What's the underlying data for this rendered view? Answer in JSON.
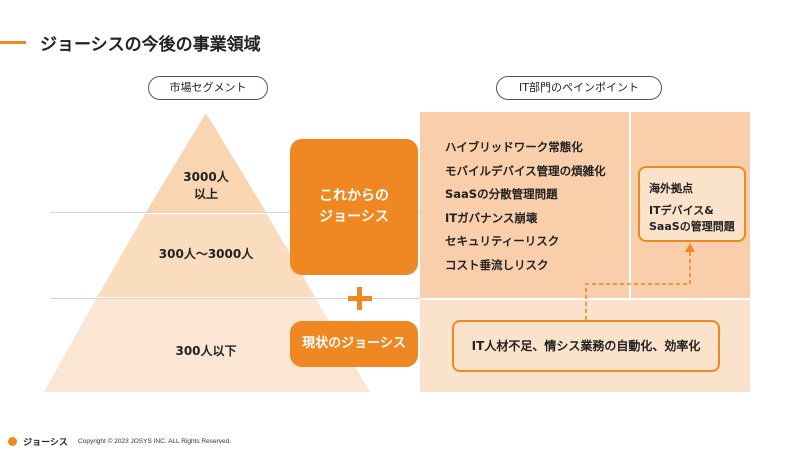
{
  "header": {
    "title": "ジョーシスの今後の事業領域"
  },
  "market_segment": {
    "label": "市場セグメント",
    "tiers": [
      {
        "line1": "3000人",
        "line2": "以上"
      },
      {
        "line1": "300人〜3000人"
      },
      {
        "line1": "300人以下"
      }
    ]
  },
  "pain_points": {
    "label": "IT部門のペインポイント",
    "future_items": [
      "ハイブリッドワーク常態化",
      "モバイルデバイス管理の煩雑化",
      "SaaSの分散管理問題",
      "ITガバナンス崩壊",
      "セキュリティーリスク",
      "コスト垂流しリスク"
    ],
    "right_box": {
      "line1": "海外拠点",
      "line2": "ITデバイス&",
      "line3": "SaaSの管理問題"
    },
    "bottom_box": "IT人材不足、情シス業務の自動化、効率化"
  },
  "josys": {
    "future_line1": "これからの",
    "future_line2": "ジョーシス",
    "current": "現状のジョーシス"
  },
  "footer": {
    "logo_text": "ジョーシス",
    "copyright": "Copyright © 2023 JOSYS INC. ALL Rights Reserved."
  },
  "colors": {
    "accent": "#ef8723",
    "pyramid_top": "#fad7b5",
    "pyramid_bottom": "#fbe6d2",
    "panel_dark": "#f8cfaa",
    "panel_light": "#fbe2cb"
  }
}
